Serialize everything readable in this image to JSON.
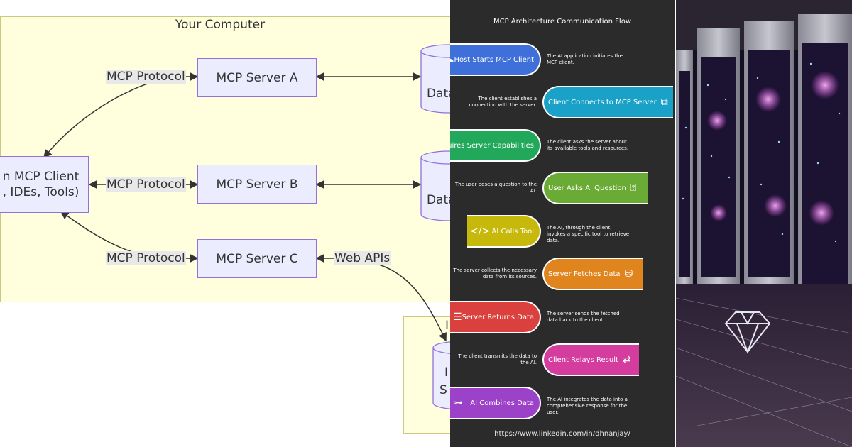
{
  "left_diagram": {
    "cluster_title": "Your Computer",
    "client_label": "n MCP Client\n, IDEs, Tools)",
    "servers": [
      {
        "label": "MCP Server A"
      },
      {
        "label": "MCP Server B"
      },
      {
        "label": "MCP Server C"
      }
    ],
    "edge_labels": [
      "MCP Protocol",
      "MCP Protocol",
      "MCP Protocol",
      "Web APIs"
    ],
    "db_labels": [
      "Data",
      "Data"
    ],
    "remote_cluster_letter": "I",
    "remote_db_text_1": "I",
    "remote_db_text_2": "S"
  },
  "flow": {
    "title": "MCP Architecture Communication Flow",
    "footer": "https://www.linkedin.com/in/dhnanjay/",
    "steps": [
      {
        "label": "Host Starts MCP Client",
        "desc": "The AI application initiates the MCP client.",
        "color": "#3f6fd8",
        "side": "left",
        "icon": "cloud-server-icon",
        "glyph": "☁"
      },
      {
        "label": "Client Connects to MCP Server",
        "desc": "The client establishes a connection with the server.",
        "color": "#1aa1c8",
        "side": "right",
        "icon": "network-icon",
        "glyph": "⧉"
      },
      {
        "label": "Inquires Server Capabilities",
        "desc": "The client asks the server about its available tools and resources.",
        "color": "#21a85a",
        "side": "left",
        "icon": "",
        "glyph": ""
      },
      {
        "label": "User Asks AI Question",
        "desc": "The user poses a question to the AI.",
        "color": "#6aab35",
        "side": "right",
        "icon": "user-question-icon",
        "glyph": "⍰"
      },
      {
        "label": "AI Calls Tool",
        "desc": "The AI, through the client, invokes a specific tool to retrieve data.",
        "color": "#c7b80c",
        "side": "left",
        "icon": "code-tool-icon",
        "glyph": "</>"
      },
      {
        "label": "Server Fetches Data",
        "desc": "The server collects the necessary data from its sources.",
        "color": "#e0841d",
        "side": "right",
        "icon": "database-fetch-icon",
        "glyph": "⛁"
      },
      {
        "label": "Server Returns Data",
        "desc": "The server sends the fetched data back to the client.",
        "color": "#d9403e",
        "side": "left",
        "icon": "server-return-icon",
        "glyph": "☰"
      },
      {
        "label": "Client Relays Result",
        "desc": "The client transmits the data to the AI.",
        "color": "#d43c9e",
        "side": "right",
        "icon": "relay-icon",
        "glyph": "⇄"
      },
      {
        "label": "AI Combines Data",
        "desc": "The AI integrates the data into a comprehensive response for the user.",
        "color": "#9c42c9",
        "side": "left",
        "icon": "hierarchy-icon",
        "glyph": "⊶"
      }
    ]
  },
  "colors": {
    "cluster_fill": "#ffffde",
    "node_fill": "#ececff",
    "node_border": "#9370db",
    "flow_background": "#2b2b2b"
  }
}
